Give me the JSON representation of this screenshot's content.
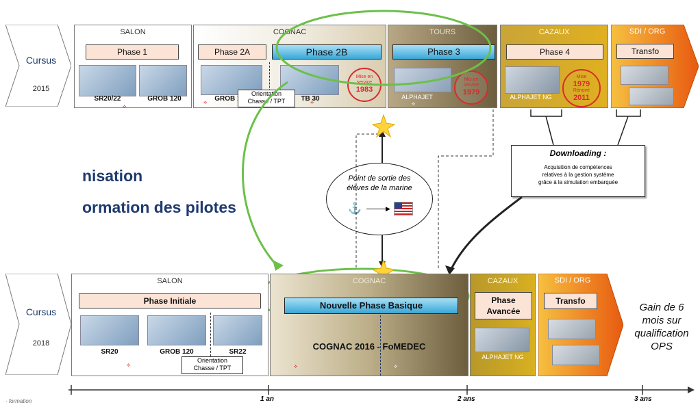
{
  "overlay_title": [
    "nisation",
    "ormation des pilotes"
  ],
  "row2015": {
    "cursus": "Cursus",
    "year": "2015",
    "sections": {
      "salon": {
        "title": "SALON",
        "phase": "Phase 1",
        "planes": [
          "SR20/22",
          "GROB 120"
        ]
      },
      "cognac": {
        "title": "COGNAC",
        "phase_a": "Phase 2A",
        "phase_b": "Phase 2B",
        "planes": [
          "GROB 120",
          "TB 30"
        ],
        "orientation": [
          "Orientation",
          "Chasse / TPT"
        ],
        "stamp": [
          "Mise en",
          "service",
          "1983"
        ]
      },
      "tours": {
        "title": "TOURS",
        "phase": "Phase 3",
        "plane": "ALPHAJET",
        "stamp": [
          "Mis en",
          "service",
          "1979"
        ]
      },
      "cazaux": {
        "title": "CAZAUX",
        "phase": "Phase 4",
        "plane": "ALPHAJET NG",
        "stamp": [
          "Mise",
          "1979",
          "Rénové",
          "2011"
        ]
      },
      "sdi": {
        "title": "SDI / ORG",
        "phase": "Transfo"
      }
    }
  },
  "middle": {
    "exit_point": [
      "Point de sortie des",
      "élèves de la marine"
    ],
    "downloading_title": "Downloading :",
    "downloading_text": [
      "Acquisition de compétences",
      "relatives à la gestion système",
      "grâce à la simulation embarquée"
    ]
  },
  "row2018": {
    "cursus": "Cursus",
    "year": "2018",
    "sections": {
      "salon": {
        "title": "SALON",
        "phase": "Phase Initiale",
        "planes": [
          "SR20",
          "GROB 120",
          "SR22"
        ],
        "orientation": [
          "Orientation",
          "Chasse / TPT"
        ]
      },
      "cognac": {
        "title": "COGNAC",
        "phase": "Nouvelle Phase Basique",
        "subtitle": "COGNAC 2016 - FoMEDEC"
      },
      "cazaux": {
        "title": "CAZAUX",
        "phase": [
          "Phase",
          "Avancée"
        ],
        "plane": "ALPHAJET NG"
      },
      "sdi": {
        "title": "SDI / ORG",
        "phase": "Transfo"
      },
      "gain": [
        "Gain de 6",
        "mois sur",
        "qualification",
        "OPS"
      ]
    }
  },
  "timeline": {
    "ticks": [
      "1 an",
      "2 ans",
      "3 ans"
    ],
    "footnote": "· formation"
  },
  "colors": {
    "green_highlight": "#6cc04a",
    "orange_arrow": "#f07a10",
    "stamp_red": "#d92b2b",
    "phase_blue": "#3aa8d8"
  },
  "icons": [
    "star-icon",
    "us-flag-icon",
    "navy-logo-icon",
    "airforce-logo-icon",
    "jet-aircraft-icon",
    "propeller-aircraft-icon"
  ]
}
